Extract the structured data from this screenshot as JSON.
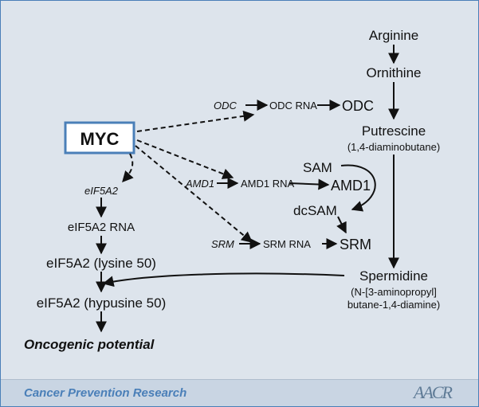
{
  "nodes": {
    "myc": "MYC",
    "arginine": "Arginine",
    "ornithine": "Ornithine",
    "putrescine": "Putrescine",
    "putrescine_sub": "(1,4-diaminobutane)",
    "odc_gene": "ODC",
    "odc_rna": "ODC RNA",
    "odc_protein": "ODC",
    "amd1_gene": "AMD1",
    "amd1_rna": "AMD1 RNA",
    "amd1_protein": "AMD1",
    "sam": "SAM",
    "dcsam": "dcSAM",
    "srm_gene": "SRM",
    "srm_rna": "SRM RNA",
    "srm_protein": "SRM",
    "spermidine": "Spermidine",
    "spermidine_sub1": "(N-[3-aminopropyl]",
    "spermidine_sub2": "butane-1,4-diamine)",
    "eif5a2_gene": "eIF5A2",
    "eif5a2_rna": "eIF5A2 RNA",
    "eif5a2_lys": "eIF5A2 (lysine 50)",
    "eif5a2_hyp": "eIF5A2 (hypusine 50)",
    "oncogenic": "Oncogenic potential"
  },
  "footer": {
    "journal": "Cancer Prevention Research",
    "logo": "AACR"
  },
  "colors": {
    "panel": "#dde4ec",
    "footer": "#c9d5e3",
    "accent": "#4a7fb8",
    "ink": "#111111"
  }
}
